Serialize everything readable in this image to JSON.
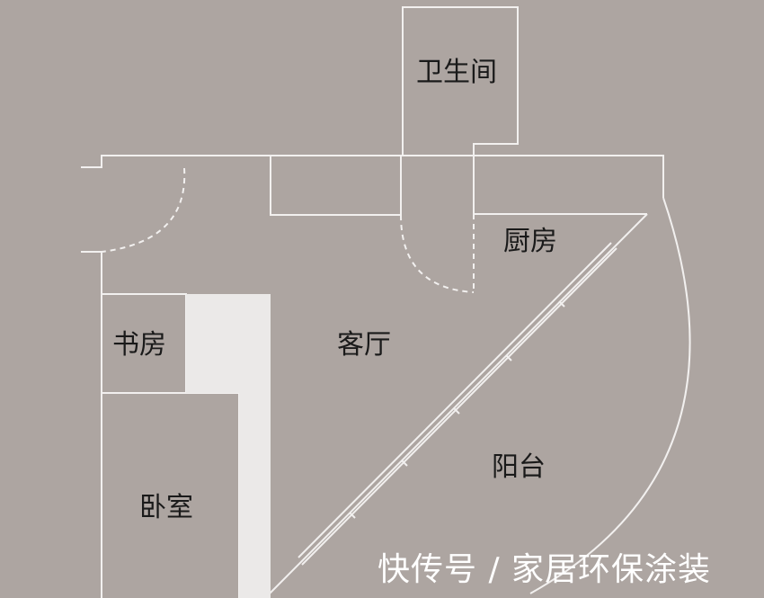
{
  "rooms": {
    "bathroom": "卫生间",
    "kitchen": "厨房",
    "study": "书房",
    "living": "客厅",
    "balcony": "阳台",
    "bedroom": "卧室"
  },
  "watermark": "快传号 / 家居环保涂装",
  "colors": {
    "background": "#ada5a1",
    "walls": "#f5f3f2",
    "corridor": "#ebe9e8"
  }
}
